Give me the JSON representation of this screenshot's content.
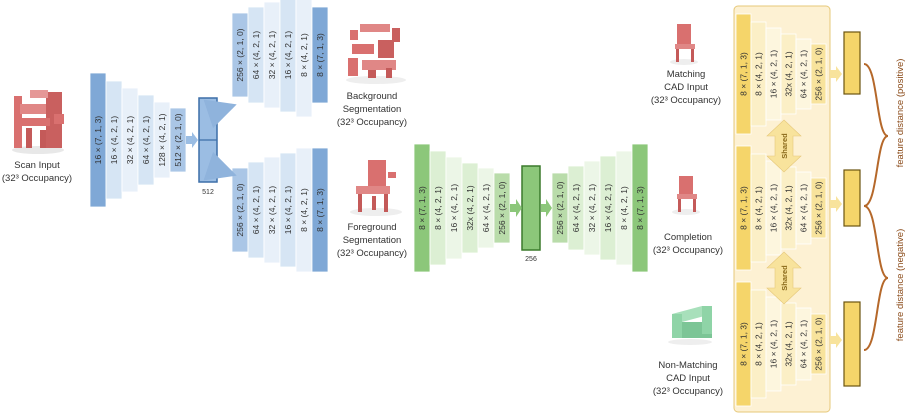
{
  "colors": {
    "blue_dark": "#7fa8d6",
    "blue_mid": "#aac6e6",
    "blue_light": "#d6e5f4",
    "blue_pale": "#e8f0f9",
    "green_dark": "#8cc77a",
    "green_mid": "#b9dcaa",
    "green_light": "#dcefd3",
    "green_pale": "#ecf6e7",
    "yellow_dark": "#f5d56a",
    "yellow_mid": "#f8e39c",
    "yellow_light": "#fbefc6",
    "yellow_pale": "#fdf6de",
    "panel_bg": "#fdf1d3",
    "panel_border": "#e6c87a",
    "brace": "#b5682a",
    "chair_red": "#d9706f",
    "sofa_green": "#8fd4a7"
  },
  "scan_input": {
    "line1": "Scan Input",
    "line2": "(32³ Occupancy)"
  },
  "encoder_layers": [
    "16 × (7, 1, 3)",
    "16 × (4, 2, 1)",
    "32 × (4, 2, 1)",
    "64 × (4, 2, 1)",
    "128 × (4, 2, 1)",
    "512 × (2, 1, 0)"
  ],
  "latent_scan": "512",
  "bg_decoder_layers": [
    "256 × (2, 1, 0)",
    "64 × (4, 2, 1)",
    "32 × (4, 2, 1)",
    "16 × (4, 2, 1)",
    "8 × (4, 2, 1)",
    "8 × (7, 1, 3)"
  ],
  "fg_decoder_layers": [
    "256 × (2, 1, 0)",
    "64 × (4, 2, 1)",
    "32 × (4, 2, 1)",
    "16 × (4, 2, 1)",
    "8 × (4, 2, 1)",
    "8 × (7, 1, 3)"
  ],
  "background_label": {
    "line1": "Background",
    "line2": "Segmentation",
    "line3": "(32³ Occupancy)"
  },
  "foreground_label": {
    "line1": "Foreground",
    "line2": "Segmentation",
    "line3": "(32³ Occupancy)"
  },
  "completion_encoder_layers": [
    "8 × (7, 1, 3)",
    "8 × (4, 2, 1)",
    "16 × (4, 2, 1)",
    "32x (4, 2, 1)",
    "64 × (4, 2, 1)",
    "256 × (2, 1, 0)"
  ],
  "latent_completion": "256",
  "completion_decoder_layers": [
    "256 × (2, 1, 0)",
    "64 × (4, 2, 1)",
    "32 × (4, 2, 1)",
    "16 × (4, 2, 1)",
    "8 × (4, 2, 1)",
    "8 × (7, 1, 3)"
  ],
  "matching_label": {
    "line1": "Matching",
    "line2": "CAD Input",
    "line3": "(32³ Occupancy)"
  },
  "completion_label": {
    "line1": "Completion",
    "line2": "(32³ Occupancy)"
  },
  "nonmatching_label": {
    "line1": "Non-Matching",
    "line2": "CAD Input",
    "line3": "(32³ Occupancy)"
  },
  "embed_layers": [
    "8 × (7, 1, 3)",
    "8 × (4, 2, 1)",
    "16 × (4, 2, 1)",
    "32x (4, 2, 1)",
    "64 × (4, 2, 1)",
    "256 × (2, 1, 0)"
  ],
  "shared_label": "Shared",
  "feature_positive": "feature distance (positive)",
  "feature_negative": "feature distance (negative)"
}
